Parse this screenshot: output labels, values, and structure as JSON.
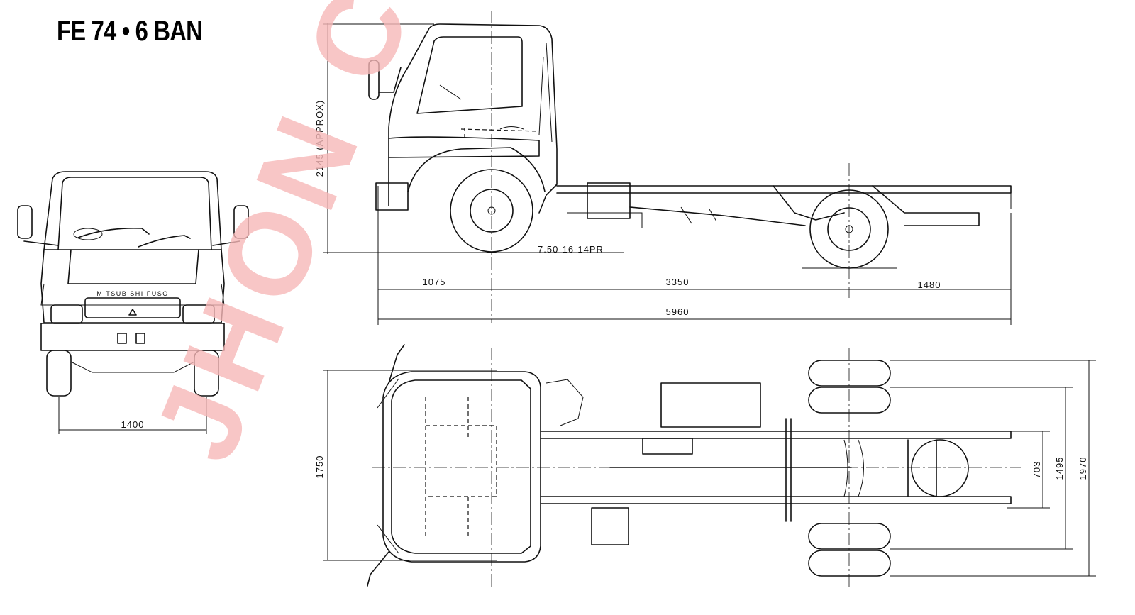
{
  "title": "FE 74 • 6 BAN",
  "watermark": "JHON COOL",
  "dimensions": {
    "front_track": "1400",
    "height": "2145 (APPROX)",
    "tire": "7.50-16-14PR",
    "front_overhang": "1075",
    "wheelbase": "3350",
    "rear_overhang": "1480",
    "overall_length": "5960",
    "front_track_top": "1750",
    "frame_width": "703",
    "rear_track": "1495",
    "overall_width": "1970"
  },
  "badges": {
    "grille": "MITSUBISHI FUSO",
    "logo": "mitsubishi-diamond-icon"
  },
  "colors": {
    "line": "#111111",
    "watermark": "#f7b8b8",
    "background": "#ffffff"
  }
}
